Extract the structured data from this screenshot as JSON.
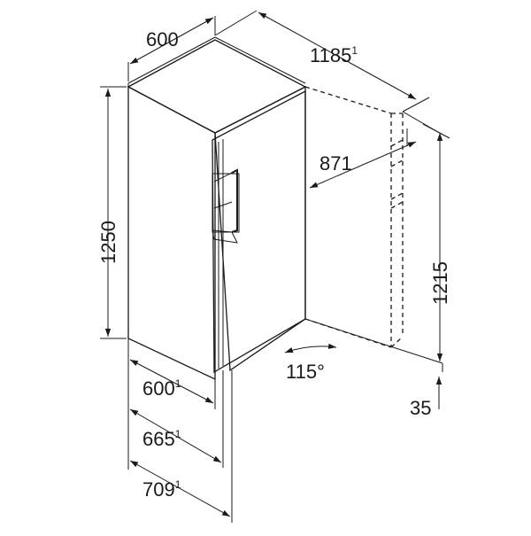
{
  "diagram": {
    "dimensions": {
      "width_top": "600",
      "depth_top": "1185",
      "depth_top_note": "1",
      "door_open_depth": "871",
      "height": "1250",
      "height_open_door": "1215",
      "door_angle": "115°",
      "bottom_gap": "35",
      "depth_1": "600",
      "depth_1_note": "1",
      "depth_2": "665",
      "depth_2_note": "1",
      "depth_3": "709",
      "depth_3_note": "1"
    }
  }
}
